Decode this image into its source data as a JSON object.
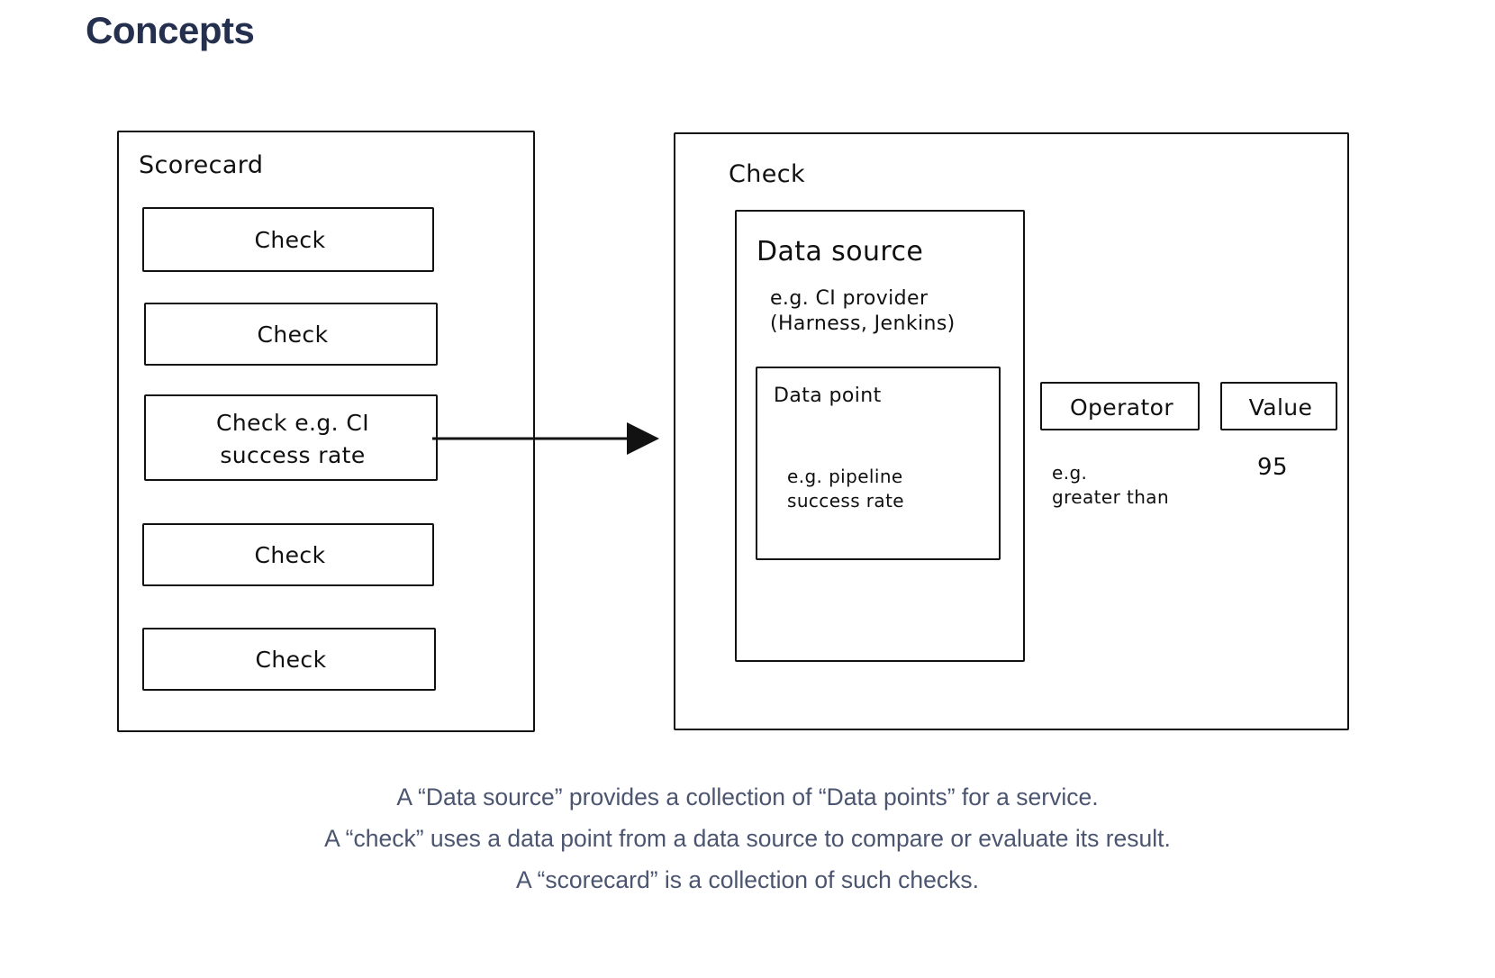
{
  "page": {
    "title": "Concepts",
    "title_color": "#24304d",
    "background": "#ffffff",
    "stroke_color": "#121212"
  },
  "scorecard_panel": {
    "label": "Scorecard",
    "checks": [
      {
        "label": "Check"
      },
      {
        "label": "Check"
      },
      {
        "label": "Check e.g. CI\nsuccess rate",
        "highlighted": true
      },
      {
        "label": "Check"
      },
      {
        "label": "Check"
      }
    ]
  },
  "connector": {
    "icon": "arrow-right-icon",
    "from": "scorecard-check-ci-success-rate",
    "to": "check-panel"
  },
  "check_panel": {
    "label": "Check",
    "data_source": {
      "label": "Data source",
      "example": "e.g. CI provider\n(Harness, Jenkins)",
      "data_point": {
        "label": "Data point",
        "example": "e.g. pipeline\nsuccess rate"
      }
    },
    "operator": {
      "label": "Operator",
      "example": "e.g.\ngreater than"
    },
    "value": {
      "label": "Value",
      "example": "95"
    }
  },
  "caption": {
    "color": "#4b5570",
    "lines": [
      "A “Data source” provides a collection of “Data points” for a service.",
      "A “check” uses a data point from a data source to compare or evaluate its result.",
      "A “scorecard” is a collection of such checks."
    ]
  }
}
